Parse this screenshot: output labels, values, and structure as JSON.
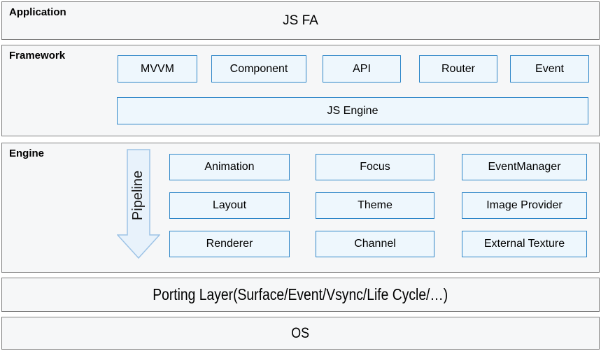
{
  "colors": {
    "section_border": "#7f7f7f",
    "section_fill": "#f6f7f8",
    "module_box_border": "#2e86c8",
    "module_box_fill": "#eef7fd",
    "arrow_border": "#9dc3e6",
    "arrow_fill": "#e8f2fb",
    "text": "#000000"
  },
  "layers": {
    "application": {
      "label": "Application",
      "content": "JS FA"
    },
    "framework": {
      "label": "Framework",
      "modules": [
        "MVVM",
        "Component",
        "API",
        "Router",
        "Event"
      ],
      "engine_box": "JS Engine"
    },
    "engine": {
      "label": "Engine",
      "pipeline_label": "Pipeline",
      "columns": [
        [
          "Animation",
          "Layout",
          "Renderer"
        ],
        [
          "Focus",
          "Theme",
          "Channel"
        ],
        [
          "EventManager",
          "Image Provider",
          "External Texture"
        ]
      ]
    },
    "porting": {
      "label": "Porting Layer(Surface/Event/Vsync/Life Cycle/…)"
    },
    "os": {
      "label": "OS"
    }
  }
}
